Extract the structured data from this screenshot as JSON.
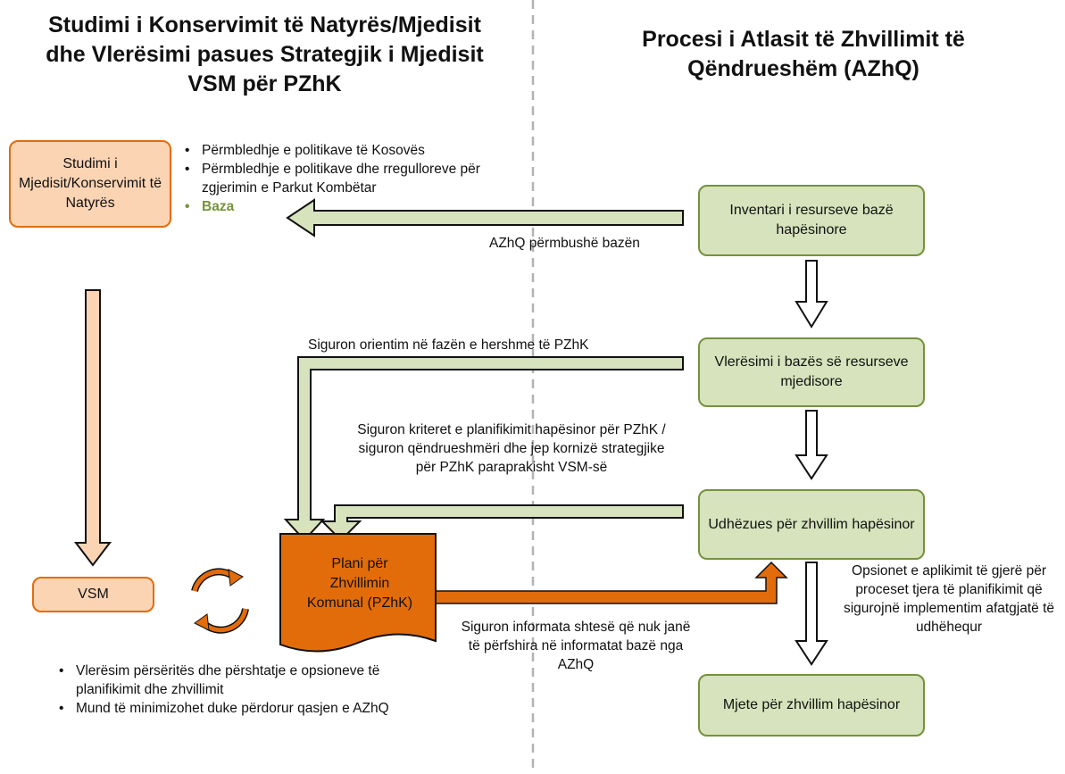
{
  "left_title": [
    "Studimi i Konservimit të Natyrës/Mjedisit",
    "dhe Vlerësimi pasues Strategjik i Mjedisit",
    "VSM për PZhK"
  ],
  "right_title": [
    "Procesi i Atlasit të Zhvillimit të",
    "Qëndrueshëm (AZhQ)"
  ],
  "boxes": {
    "studimi": "Studimi i Mjedisit/Konservimit të Natyrës",
    "vsm": "VSM",
    "plani": "Plani për Zhvillimin Komunal (PZhK)",
    "inventari": "Inventari i resurseve bazë hapësinore",
    "vleresimi": "Vlerësimi i bazës së resurseve mjedisore",
    "udhezues": "Udhëzues për zhvillim hapësinor",
    "mjete": "Mjete për zhvillim hapësinor"
  },
  "top_bullets": [
    "Përmbledhje e politikave të Kosovës",
    "Përmbledhje e politikave dhe rregulloreve për zgjerimin e Parkut Kombëtar",
    "Baza"
  ],
  "bottom_bullets": [
    "Vlerësim përsëritës dhe përshtatje e opsioneve të planifikimit dhe zhvillimit",
    "Mund të minimizohet duke përdorur qasjen e AZhQ"
  ],
  "labels": {
    "azhq_baza": "AZhQ përmbushë bazën",
    "orientim": "Siguron orientim në fazën e hershme të PZhK",
    "kriteret": "Siguron kriteret e planifikimit hapësinor për PZhK / siguron qëndrueshmëri dhe jep kornizë strategjike për PZhK paraprakisht VSM-së",
    "informata": "Siguron informata shtesë që nuk janë të përfshira në informatat bazë nga AZhQ",
    "opsionet": "Opsionet e aplikimit të gjerë për proceset tjera të planifikimit që sigurojnë implementim afatgjatë të udhëhequr"
  },
  "colors": {
    "green_fill": "#d6e3bc",
    "green_border": "#76923c",
    "peach_fill": "#fbd4b4",
    "orange": "#e36c0a"
  }
}
